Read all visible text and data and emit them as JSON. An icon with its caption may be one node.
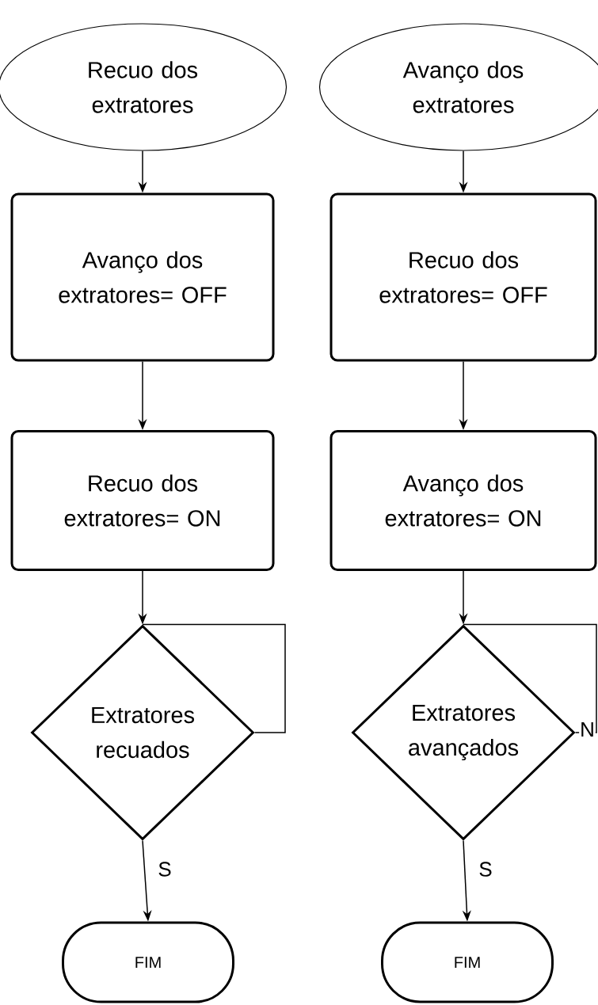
{
  "diagram": {
    "nodes": [
      {
        "text": [
          "Recuo dos extratores"
        ]
      },
      {
        "text": [
          "Avanço dos extratores= OFF"
        ]
      },
      {
        "text": [
          "Recuo dos extratores= ON"
        ]
      },
      {
        "text": [
          "Extratores recuados"
        ]
      },
      {
        "text": [
          "FIM"
        ]
      },
      {
        "text": [
          "Avanço dos extratores"
        ]
      },
      {
        "text": [
          "Recuo dos extratores= OFF"
        ]
      },
      {
        "text": [
          "Avanço dos extratores= ON"
        ]
      },
      {
        "text": [
          "Extratores avançados"
        ]
      },
      {
        "text": [
          "FIM"
        ]
      }
    ],
    "edges": [
      {
        "from": 0,
        "to": 1,
        "arrow": "to"
      },
      {
        "from": 1,
        "to": 2,
        "arrow": "to"
      },
      {
        "from": 2,
        "to": 3,
        "arrow": "to"
      },
      {
        "from": 3,
        "to": 3,
        "arrow": "none"
      },
      {
        "from": 3,
        "to": 4,
        "label": "S",
        "arrow": "to"
      },
      {
        "from": 5,
        "to": 6,
        "arrow": "to"
      },
      {
        "from": 6,
        "to": 7,
        "arrow": "to"
      },
      {
        "from": 7,
        "to": 8,
        "arrow": "to"
      },
      {
        "from": 8,
        "to": 8,
        "label": "N",
        "arrow": "none"
      },
      {
        "from": 8,
        "to": 9,
        "label": "S",
        "arrow": "to"
      }
    ]
  }
}
